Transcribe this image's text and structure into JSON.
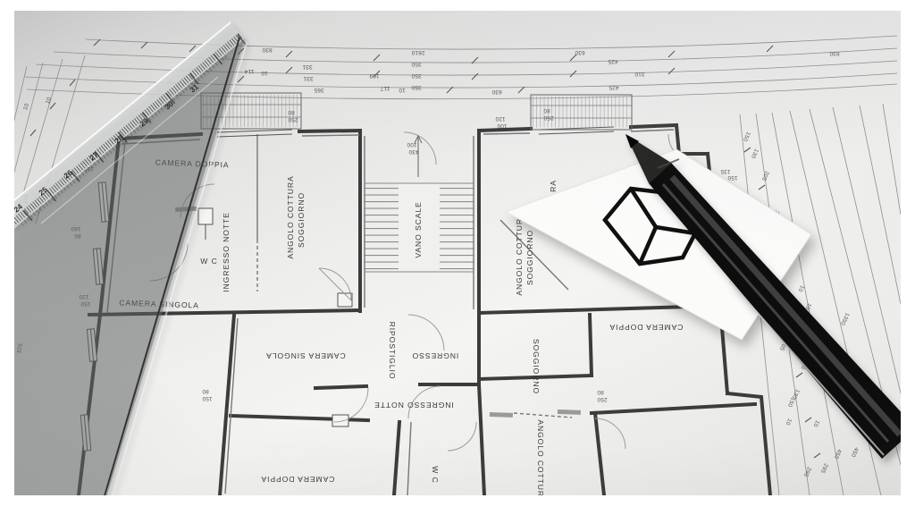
{
  "scene": {
    "subject": "architectural floor plan photograph with set square, pencil and business card",
    "colors": {
      "paper": "#efefee",
      "ink": "#3c3c3c",
      "dimension_line": "#8a8a8a",
      "triangle_film": "rgba(105,108,108,0.48)",
      "pencil": "#0d0d0d",
      "card": "#fbfbfa",
      "logo": "#101010"
    }
  },
  "plan": {
    "rooms": [
      "CAMERA DOPPIA",
      "W C",
      "CAMERA SINGOLA",
      "INGRESSO NOTTE",
      "ANGOLO COTTURA",
      "SOGGIORNO",
      "VANO SCALE",
      "RA",
      "ANGOLO COTTURA",
      "SOGGIORNO",
      "CAMERA SINGOLA",
      "RIPOSTIGLIO",
      "INGRESSO",
      "INGRESSO NOTTE",
      "W C",
      "SOGGIORNO",
      "ANGOLO COTTURA",
      "CAMERA DOPPIA",
      "CAMERA DOPPIA"
    ],
    "dims": [
      "830",
      "2610",
      "630",
      "331",
      "350",
      "425",
      "114",
      "10",
      "109",
      "331",
      "350",
      "310",
      "365",
      "117",
      "10",
      "350",
      "425",
      "630",
      "830",
      "10",
      "10",
      "105",
      "325",
      "150",
      "120",
      "160",
      "80",
      "120",
      "150",
      "80",
      "150",
      "100",
      "430",
      "120",
      "100",
      "80",
      "250",
      "80",
      "250",
      "80",
      "250",
      "135",
      "150",
      "150",
      "130",
      "205",
      "305",
      "600",
      "10",
      "10",
      "1350",
      "205",
      "305",
      "130",
      "150",
      "10",
      "10",
      "295",
      "295",
      "450",
      "450"
    ]
  },
  "ruler": {
    "values": [
      "24",
      "25",
      "26",
      "27",
      "28",
      "29",
      "30",
      "31"
    ]
  },
  "logo": {
    "name": "cube-wireframe-logo"
  }
}
